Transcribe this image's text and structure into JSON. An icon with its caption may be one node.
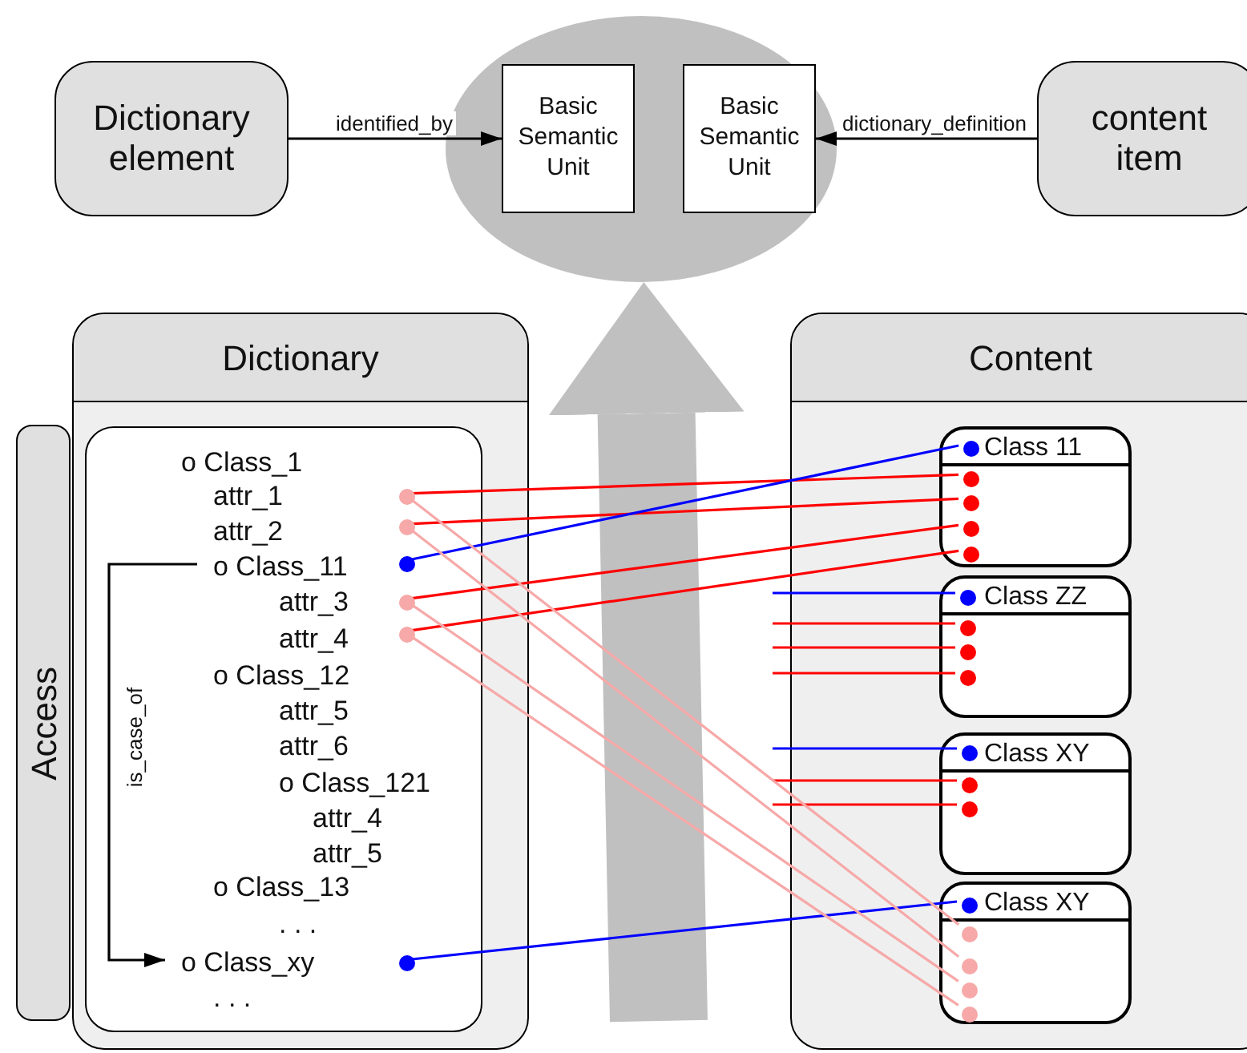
{
  "diagram": {
    "nodes": [
      {
        "text": [
          "Dictionary element"
        ]
      },
      {
        "text": [],
        "shape": "ellipse"
      },
      {
        "text": [
          "Basic Semantic Unit"
        ],
        "in": 1
      },
      {
        "text": [
          "Basic Semantic Unit"
        ],
        "in": 1
      },
      {
        "text": [
          "content item"
        ]
      },
      {
        "text": [
          "Dictionary"
        ]
      },
      {
        "text": [
          "Access"
        ]
      },
      {
        "text": [],
        "shape": "box",
        "in": 5
      },
      {
        "text": [
          "o Class_1"
        ],
        "in": 7
      },
      {
        "text": [
          "attr_1"
        ],
        "in": 7
      },
      {
        "text": [
          "attr_2"
        ],
        "in": 7
      },
      {
        "text": [
          "o Class_11"
        ],
        "in": 7
      },
      {
        "text": [
          "attr_3"
        ],
        "in": 7
      },
      {
        "text": [
          "attr_4"
        ],
        "in": 7
      },
      {
        "text": [
          "o Class_12"
        ],
        "in": 7
      },
      {
        "text": [
          "attr_5"
        ],
        "in": 7
      },
      {
        "text": [
          "attr_6"
        ],
        "in": 7
      },
      {
        "text": [
          "o Class_121"
        ],
        "in": 7
      },
      {
        "text": [
          "attr_4"
        ],
        "in": 7
      },
      {
        "text": [
          "attr_5"
        ],
        "in": 7
      },
      {
        "text": [
          "o Class_13"
        ],
        "in": 7
      },
      {
        "text": [
          ". . ."
        ],
        "in": 7
      },
      {
        "text": [
          "o Class_xy"
        ],
        "in": 7
      },
      {
        "text": [
          ". . ."
        ],
        "in": 7
      },
      {
        "text": [],
        "shape": "circle",
        "in": 7
      },
      {
        "text": [],
        "shape": "circle",
        "in": 7
      },
      {
        "text": [],
        "shape": "circle",
        "in": 7
      },
      {
        "text": [],
        "shape": "circle",
        "in": 7
      },
      {
        "text": [],
        "shape": "circle",
        "in": 7
      },
      {
        "text": [],
        "shape": "circle",
        "in": 7
      },
      {
        "text": [
          "Content"
        ]
      },
      {
        "text": [
          "Class 11"
        ],
        "in": 30
      },
      {
        "text": [],
        "shape": "circle",
        "in": 31
      },
      {
        "text": [],
        "shape": "circle",
        "in": 31
      },
      {
        "text": [],
        "shape": "circle",
        "in": 31
      },
      {
        "text": [],
        "shape": "circle",
        "in": 31
      },
      {
        "text": [],
        "shape": "circle",
        "in": 31
      },
      {
        "text": [
          "Class ZZ"
        ],
        "in": 30
      },
      {
        "text": [],
        "shape": "circle",
        "in": 37
      },
      {
        "text": [],
        "shape": "circle",
        "in": 37
      },
      {
        "text": [],
        "shape": "circle",
        "in": 37
      },
      {
        "text": [],
        "shape": "circle",
        "in": 37
      },
      {
        "text": [
          "Class XY"
        ],
        "in": 30
      },
      {
        "text": [],
        "shape": "circle",
        "in": 42
      },
      {
        "text": [],
        "shape": "circle",
        "in": 42
      },
      {
        "text": [],
        "shape": "circle",
        "in": 42
      },
      {
        "text": [
          "Class XY"
        ],
        "in": 30
      },
      {
        "text": [],
        "shape": "circle",
        "in": 46
      },
      {
        "text": [],
        "shape": "circle",
        "in": 46
      },
      {
        "text": [],
        "shape": "circle",
        "in": 46
      },
      {
        "text": [],
        "shape": "circle",
        "in": 46
      },
      {
        "text": [],
        "shape": "circle",
        "in": 46
      }
    ],
    "edges": [
      {
        "from": 0,
        "to": 2,
        "arrow": "to",
        "label": "identified_by",
        "color": "#000000"
      },
      {
        "from": 4,
        "to": 3,
        "arrow": "to",
        "label": "dictionary_definition",
        "color": "#000000"
      },
      {
        "from": null,
        "to": 1,
        "arrow": "to",
        "style": "thick",
        "color": "#c0c0c0"
      },
      {
        "from": 11,
        "to": 22,
        "arrow": "to",
        "label": "is_case_of",
        "color": "#000000"
      },
      {
        "from": 24,
        "to": 33,
        "arrow": "none"
      },
      {
        "from": 25,
        "to": 34,
        "arrow": "none"
      },
      {
        "from": 27,
        "to": 35,
        "arrow": "none"
      },
      {
        "from": 28,
        "to": 36,
        "arrow": "none"
      },
      {
        "from": null,
        "to": 39,
        "arrow": "none"
      },
      {
        "from": null,
        "to": 40,
        "arrow": "none"
      },
      {
        "from": null,
        "to": 41,
        "arrow": "none"
      },
      {
        "from": null,
        "to": 44,
        "arrow": "none"
      },
      {
        "from": null,
        "to": 45,
        "arrow": "none"
      },
      {
        "from": 26,
        "to": 32,
        "arrow": "none",
        "color": "#0000ff"
      },
      {
        "from": 29,
        "to": 47,
        "arrow": "none",
        "color": "#0000ff"
      },
      {
        "from": null,
        "to": 38,
        "arrow": "none",
        "color": "#0000ff"
      },
      {
        "from": null,
        "to": 43,
        "arrow": "none",
        "color": "#0000ff"
      },
      {
        "from": 24,
        "to": 48,
        "arrow": "none",
        "color": "#f7a8a8"
      },
      {
        "from": 25,
        "to": 49,
        "arrow": "none",
        "color": "#f7a8a8"
      },
      {
        "from": 27,
        "to": 50,
        "arrow": "none",
        "color": "#f7a8a8"
      },
      {
        "from": 28,
        "to": 51,
        "arrow": "none",
        "color": "#f7a8a8"
      }
    ]
  }
}
